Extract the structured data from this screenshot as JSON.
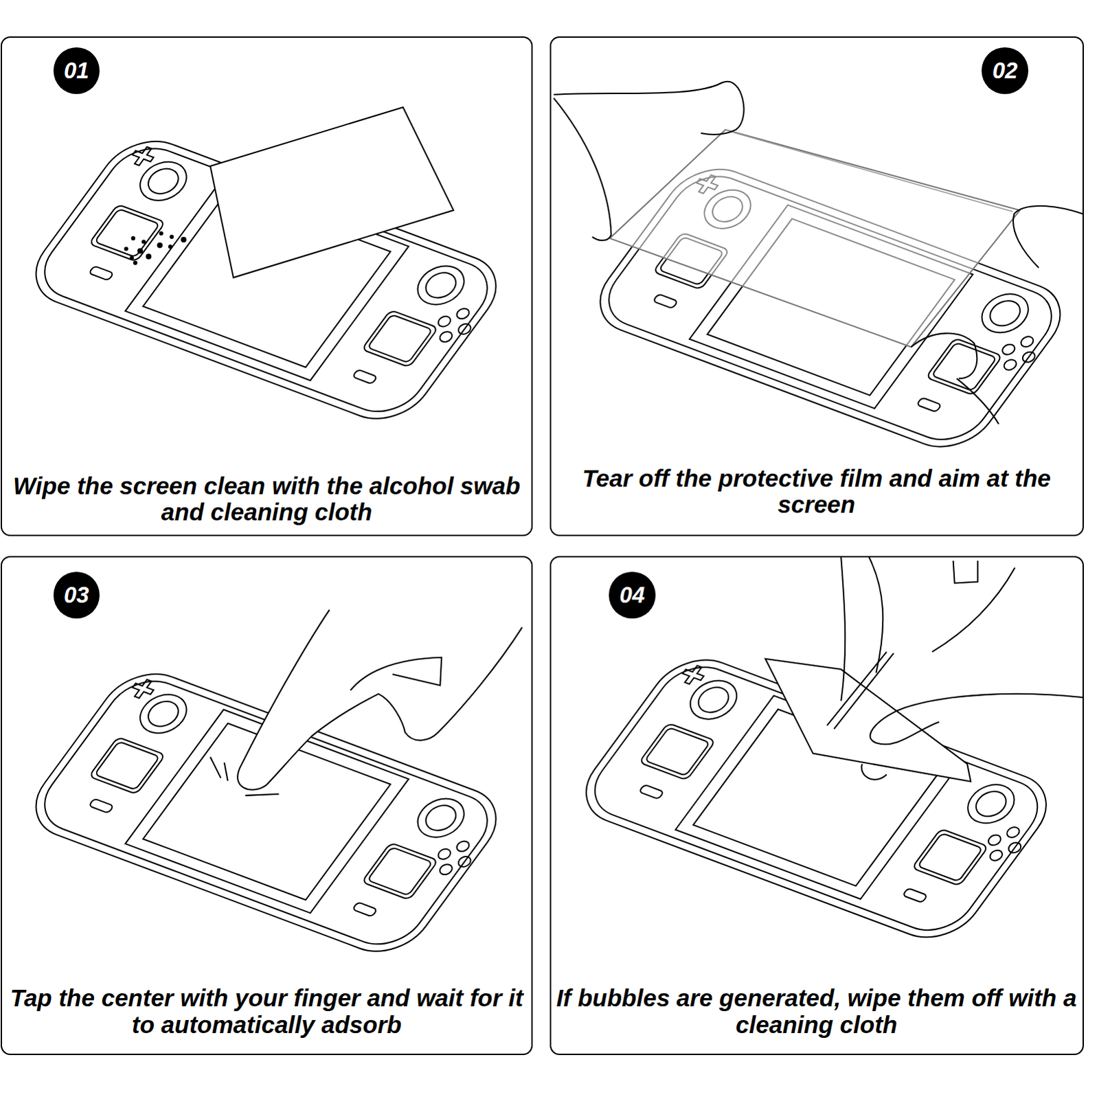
{
  "diagram": {
    "nodes": [
      {
        "text": [
          "Wipe the screen clean with the alcohol swab and cleaning cloth"
        ]
      },
      {
        "text": [
          "01"
        ],
        "in": 0
      },
      {
        "text": [
          "Tear off the protective film and aim at the screen"
        ]
      },
      {
        "text": [
          "02"
        ],
        "in": 2
      },
      {
        "text": [
          "Tap the center with your finger and wait for it to automatically adsorb"
        ]
      },
      {
        "text": [
          "03"
        ],
        "in": 4
      },
      {
        "text": [
          "If bubbles are generated, wipe them off with a cleaning cloth"
        ]
      },
      {
        "text": [
          "04"
        ],
        "in": 6
      }
    ]
  }
}
